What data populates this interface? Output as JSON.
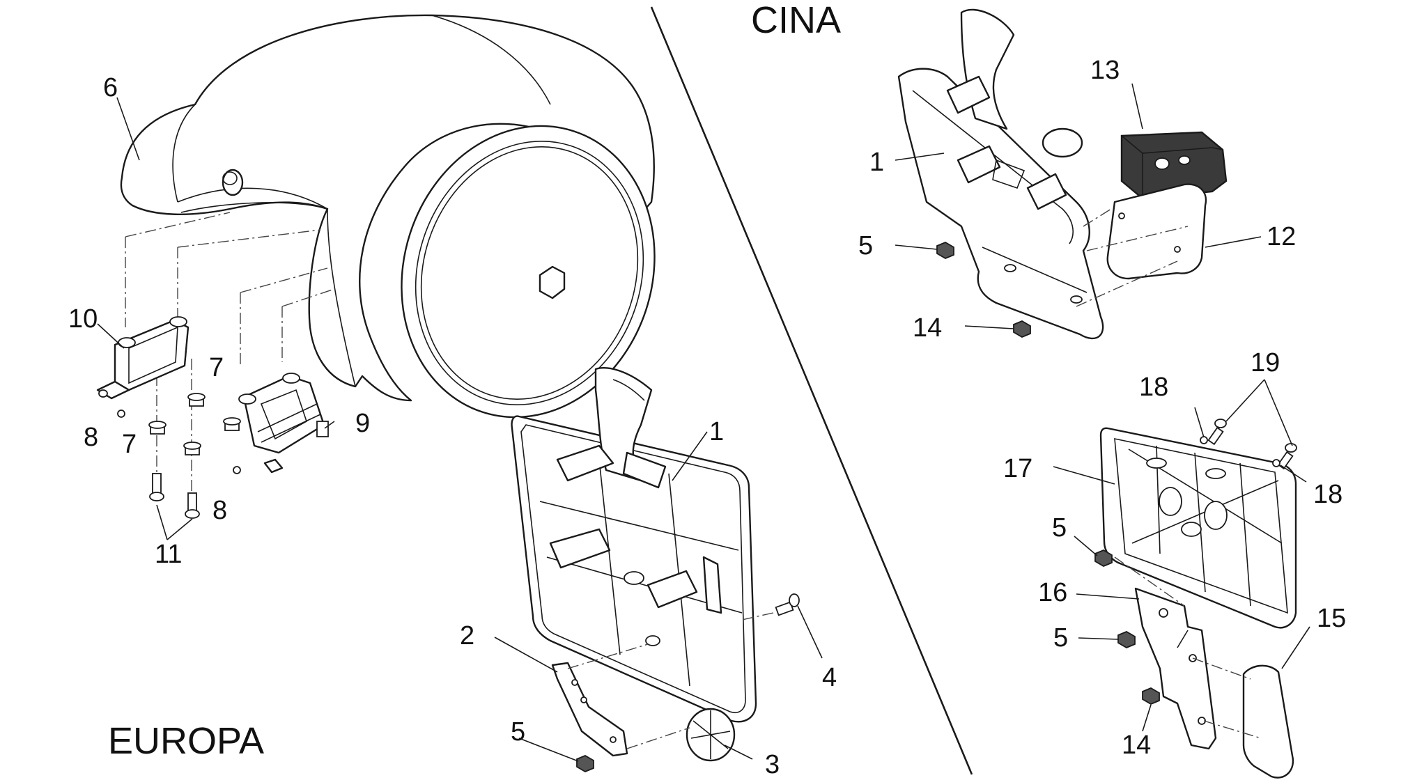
{
  "regions": {
    "europa": "EUROPA",
    "cina": "CINA"
  },
  "callouts": {
    "c1_left": "1",
    "c2": "2",
    "c3": "3",
    "c4": "4",
    "c5_left": "5",
    "c6": "6",
    "c7_a": "7",
    "c7_b": "7",
    "c8_a": "8",
    "c8_b": "8",
    "c9": "9",
    "c10": "10",
    "c11": "11",
    "c1_cina": "1",
    "c5_cina": "5",
    "c12": "12",
    "c13": "13",
    "c14_cina": "14",
    "c5_r1": "5",
    "c5_r2": "5",
    "c14_r": "14",
    "c15": "15",
    "c16": "16",
    "c17": "17",
    "c18_a": "18",
    "c18_b": "18",
    "c19": "19"
  }
}
